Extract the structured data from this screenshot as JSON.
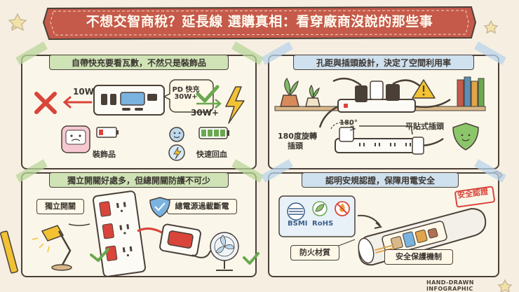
{
  "title": "不想交智商稅？延長線 選購真相：看穿廠商沒說的那些事",
  "footer": "HAND-DRAWN INFOGRAPHIC",
  "colors": {
    "banner": "#c55a4a",
    "green_head": "#cfe3b6",
    "blue_head": "#cfe0ee",
    "red": "#d9453a",
    "green": "#6aa84f",
    "yellow": "#f2c233",
    "outline": "#4a4038"
  },
  "panel1": {
    "heading": "自帶快充要看瓦數，不然只是裝飾品",
    "left_watt": "10W",
    "pd_label": "PD 快充",
    "pd_watt": "30W+",
    "right_watt": "30W+",
    "decor_label": "裝飾品",
    "fast_label": "快速回血"
  },
  "panel2": {
    "heading": "孔距與插頭設計，決定了空間利用率",
    "rotate_deg": "180°",
    "rotate_label_1": "180度旋轉",
    "rotate_label_2": "插頭",
    "flat_label": "平貼式插頭"
  },
  "panel3": {
    "heading": "獨立開關好處多，但總開關防護不可少",
    "indep_label": "獨立開關",
    "master_label": "總電源過載斷電"
  },
  "panel4": {
    "heading": "認明安規認證，保障用電安全",
    "stamp": "安全認證",
    "cert_bsmi": "BSMI",
    "cert_rohs": "RoHS",
    "fire_label": "防火材質",
    "safety_label": "安全保護機制"
  }
}
